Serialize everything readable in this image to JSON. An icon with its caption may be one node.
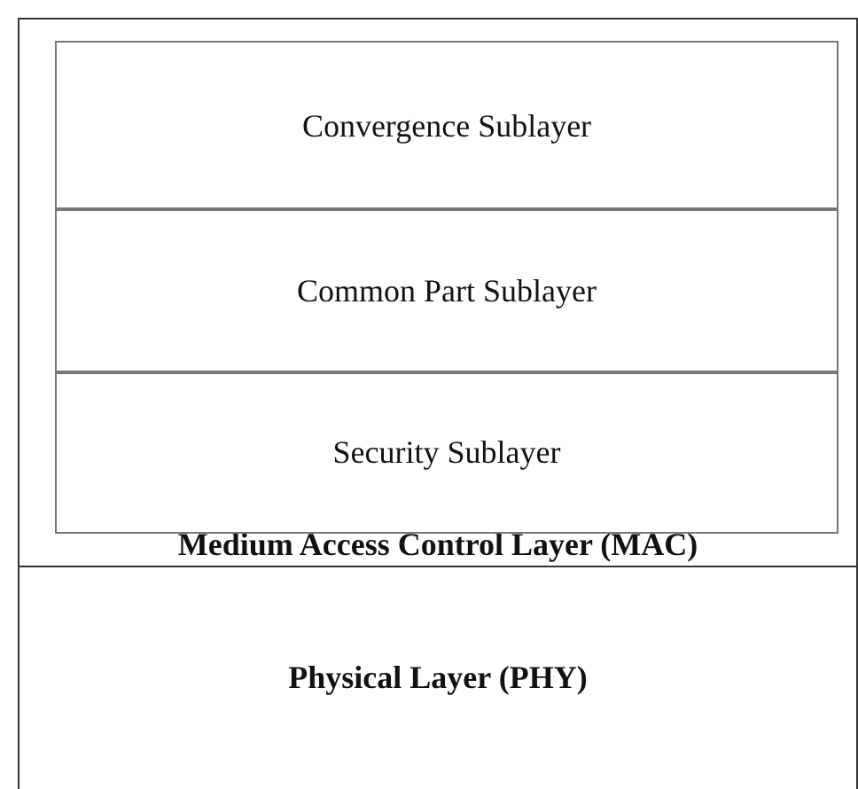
{
  "diagram": {
    "nodes": [
      {
        "text": [
          "Medium Access Control Layer (MAC)"
        ]
      },
      {
        "text": [
          "Convergence Sublayer"
        ],
        "in": 0
      },
      {
        "text": [
          "Common Part Sublayer"
        ],
        "in": 0
      },
      {
        "text": [
          "Security Sublayer"
        ],
        "in": 0
      },
      {
        "text": [
          "Physical Layer (PHY)"
        ]
      }
    ],
    "edges": []
  }
}
